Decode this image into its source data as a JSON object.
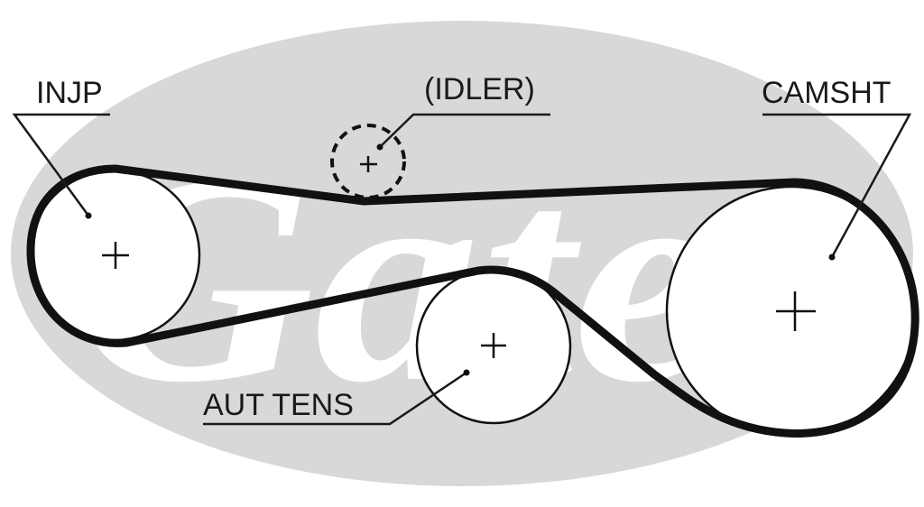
{
  "logo": {
    "text": "Gates",
    "registered_mark": "®",
    "ellipse_color": "#d8d8d8"
  },
  "components": {
    "injp": {
      "label": "INJP"
    },
    "idler": {
      "label": "(IDLER)"
    },
    "camsht": {
      "label": "CAMSHT"
    },
    "aut_tens": {
      "label": "AUT TENS"
    }
  },
  "colors": {
    "belt": "#111111",
    "label": "#1a1a1a"
  }
}
